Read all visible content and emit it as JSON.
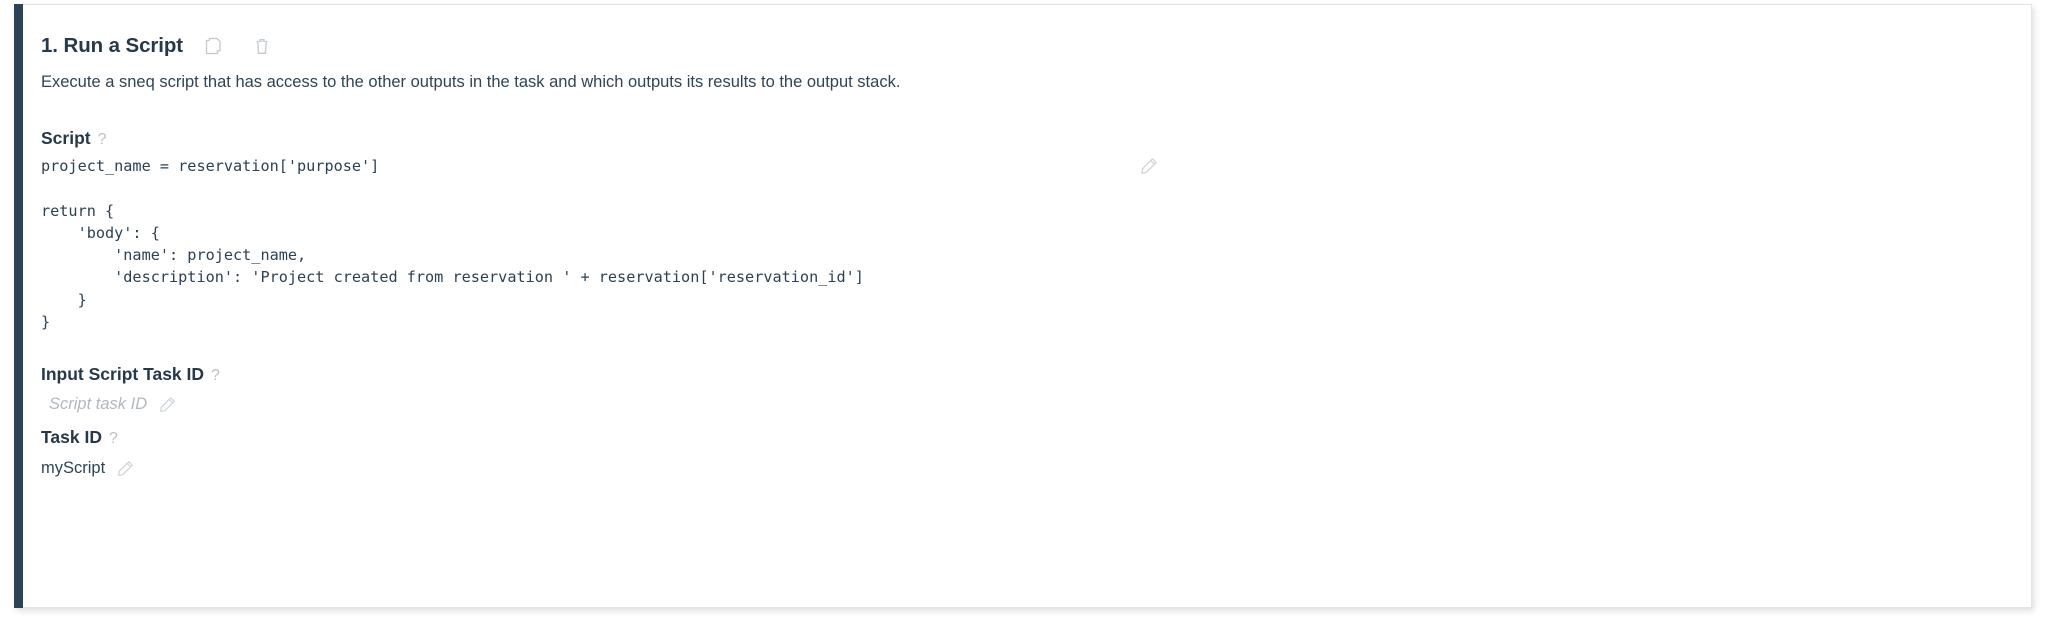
{
  "card": {
    "accent_color": "#2b4257",
    "title": "1. Run a Script",
    "description": "Execute a sneq script that has access to the other outputs in the task and which outputs its results to the output stack.",
    "actions": [
      {
        "name": "copy-icon",
        "label": "Copy"
      },
      {
        "name": "delete-icon",
        "label": "Delete"
      }
    ]
  },
  "fields": {
    "script": {
      "label": "Script",
      "help": "?",
      "code": "project_name = reservation['purpose']\n\nreturn {\n    'body': {\n        'name': project_name,\n        'description': 'Project created from reservation ' + reservation['reservation_id']\n    }\n}",
      "edit_icon": "pencil-icon"
    },
    "input_script_task_id": {
      "label": "Input Script Task ID",
      "help": "?",
      "value": "",
      "placeholder": "Script task ID",
      "edit_icon": "pencil-icon"
    },
    "task_id": {
      "label": "Task ID",
      "help": "?",
      "value": "myScript",
      "edit_icon": "pencil-icon"
    }
  },
  "colors": {
    "accent": "#2b4257",
    "heading": "#26394b",
    "body_text": "#2f4456",
    "muted": "#b0b8c0",
    "code": "#2c4153"
  }
}
